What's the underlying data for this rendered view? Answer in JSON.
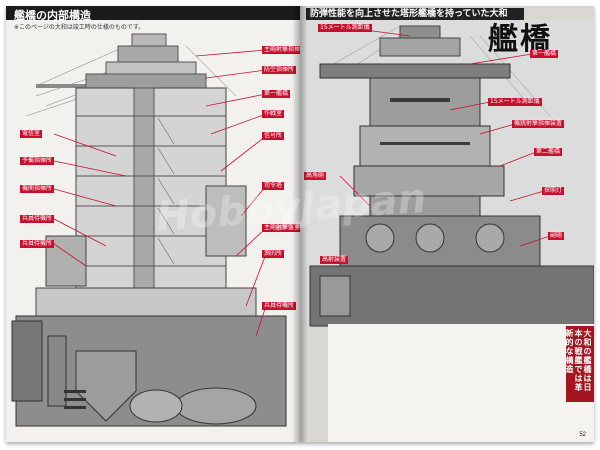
{
  "left_page": {
    "title": "艦橋の内部構造",
    "note": "※このページの大和は竣工時の仕様のものです。",
    "callouts": [
      "主砲射撃指揮所",
      "防空指揮所",
      "第一艦橋",
      "作戦室",
      "信号所",
      "司令塔",
      "主砲射撃盤室",
      "測的所",
      "兵員待機所",
      "電信室",
      "予備指揮所",
      "機関指揮所",
      "兵員待機所",
      "兵員待機所"
    ]
  },
  "right_page": {
    "banner": "防弾性能を向上させた塔形艦橋を持っていた大和",
    "big_title": "艦橋",
    "callouts": [
      "15メートル測距儀",
      "第一艦橋",
      "15メートル測距儀",
      "機銃射撃指揮装置",
      "第二艦橋",
      "探照灯",
      "高角砲",
      "副砲",
      "高射装置"
    ],
    "sub_heading": "大和の艦橋は日本の戦艦では革新的な構造",
    "page_number": "52"
  },
  "watermark": "HobbyJapan",
  "colors": {
    "callout_red": "#c8102e",
    "subhead_red": "#a3151f",
    "header_black": "#1a1a1a"
  }
}
